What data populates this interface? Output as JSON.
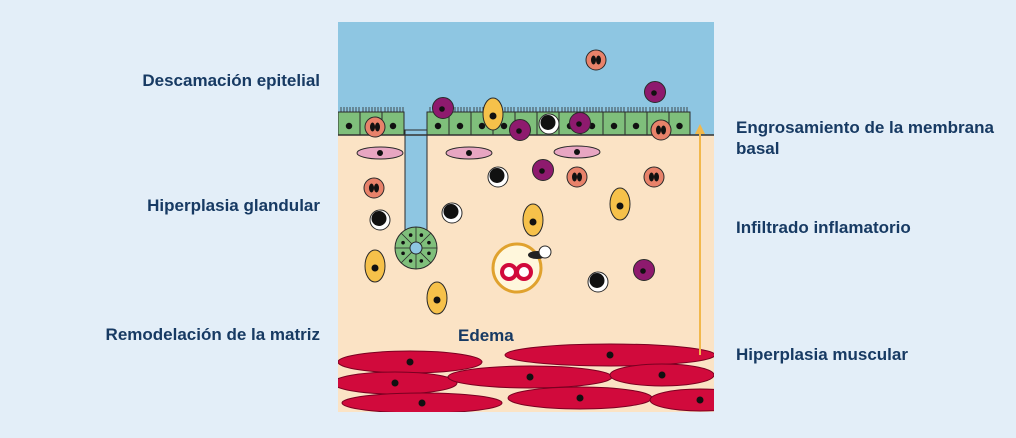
{
  "labels": {
    "left": [
      "Descamación epitelial",
      "Hiperplasia glandular",
      "Remodelación de la matriz"
    ],
    "right": [
      "Engrosamiento de la membrana basal",
      "Infiltrado inflamatorio",
      "Hiperplasia muscular"
    ],
    "edema": "Edema"
  },
  "colors": {
    "background": "#e3eef8",
    "lumen": "#8ec6e2",
    "tissue": "#fbe3c5",
    "epithelium": "#7fbf7b",
    "muscle": "#d10a3c",
    "label_text": "#173a63",
    "eosinophil": "#e8826a",
    "basophil": "#8e1a6e",
    "lymphocyte": "#ffffff",
    "macrophage": "#f6c14a",
    "fibroblast": "#e8a6c2",
    "basal_membrane": "#f2b84b"
  },
  "icons": {
    "eosinophil": "bilobed-nucleus-cell",
    "basophil": "purple-granular-cell",
    "lymphocyte": "round-dark-nucleus-cell",
    "macrophage": "oval-yellow-cell",
    "fibroblast": "spindle-pink-cell",
    "muscle": "smooth-muscle-fiber",
    "gland": "submucosal-gland"
  }
}
